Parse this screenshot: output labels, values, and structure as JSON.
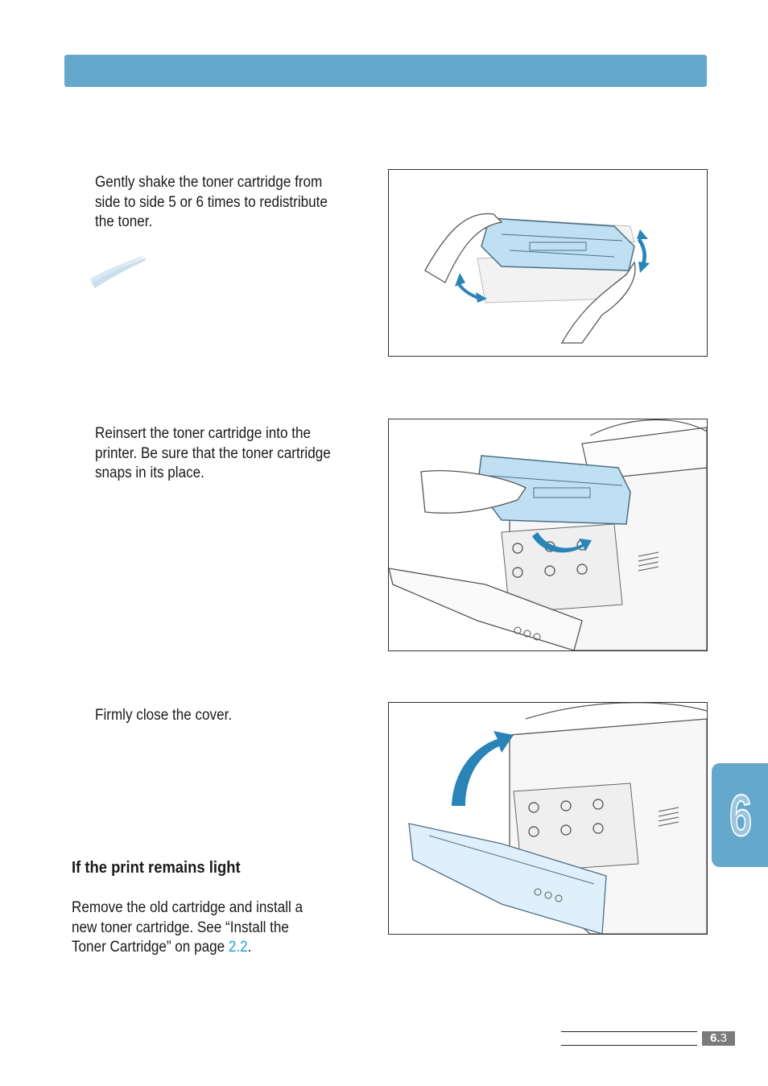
{
  "steps": [
    {
      "lines": [
        "Gently shake the toner cartridge from",
        "side to side 5 or 6 times to redistribute",
        "the toner."
      ]
    },
    {
      "lines": [
        "Reinsert the toner cartridge into the",
        "printer. Be sure that the toner cartridge",
        "snaps in its place."
      ]
    },
    {
      "lines": [
        "Firmly close the cover."
      ]
    }
  ],
  "section": {
    "title": "If the print remains light",
    "body_lines": [
      "Remove the old cartridge and install a",
      "new toner cartridge. See “Install the"
    ],
    "body_last_prefix": "Toner Cartridge” on page ",
    "body_link": "2.2",
    "body_last_suffix": "."
  },
  "chapter_tab": {
    "number": "6"
  },
  "footer": {
    "page_major": "6.",
    "page_minor": "3"
  },
  "colors": {
    "accent_blue": "#66a8cc",
    "link_blue": "#1ba1d8",
    "illustration_blue": "#bfe0f2",
    "arrow_blue": "#2a84b8"
  },
  "icons": [
    "brush-stroke-icon",
    "curved-arrow-icon"
  ]
}
